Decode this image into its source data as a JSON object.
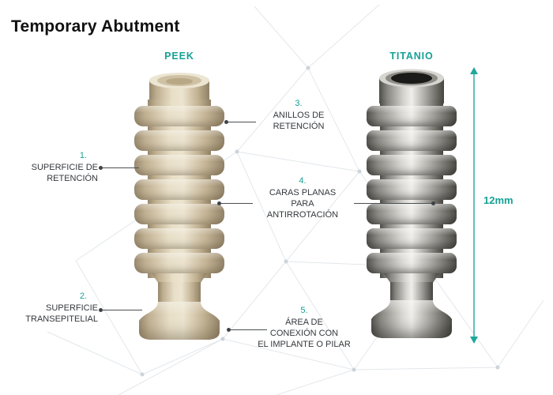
{
  "title": "Temporary Abutment",
  "columns": {
    "peek": "PEEK",
    "titanio": "TITANIO"
  },
  "callouts": {
    "c1": {
      "number": "1.",
      "line1": "SUPERFICIE DE",
      "line2": "RETENCIÓN"
    },
    "c2": {
      "number": "2.",
      "line1": "SUPERFICIE",
      "line2": "TRANSEPITELIAL"
    },
    "c3": {
      "number": "3.",
      "line1": "ANILLOS DE",
      "line2": "RETENCIÓN"
    },
    "c4": {
      "number": "4.",
      "line1": "CARAS PLANAS",
      "line2": "PARA",
      "line3": "ANTIRROTACIÓN"
    },
    "c5": {
      "number": "5.",
      "line1": "ÁREA DE",
      "line2": "CONEXIÓN CON",
      "line3": "EL IMPLANTE O PILAR"
    }
  },
  "measurement": {
    "value": "12mm"
  },
  "colors": {
    "accent": "#16A195",
    "peek_body": "#D9CAAE",
    "titanium_body": "#8E8E8A",
    "label_text": "#34383C"
  }
}
